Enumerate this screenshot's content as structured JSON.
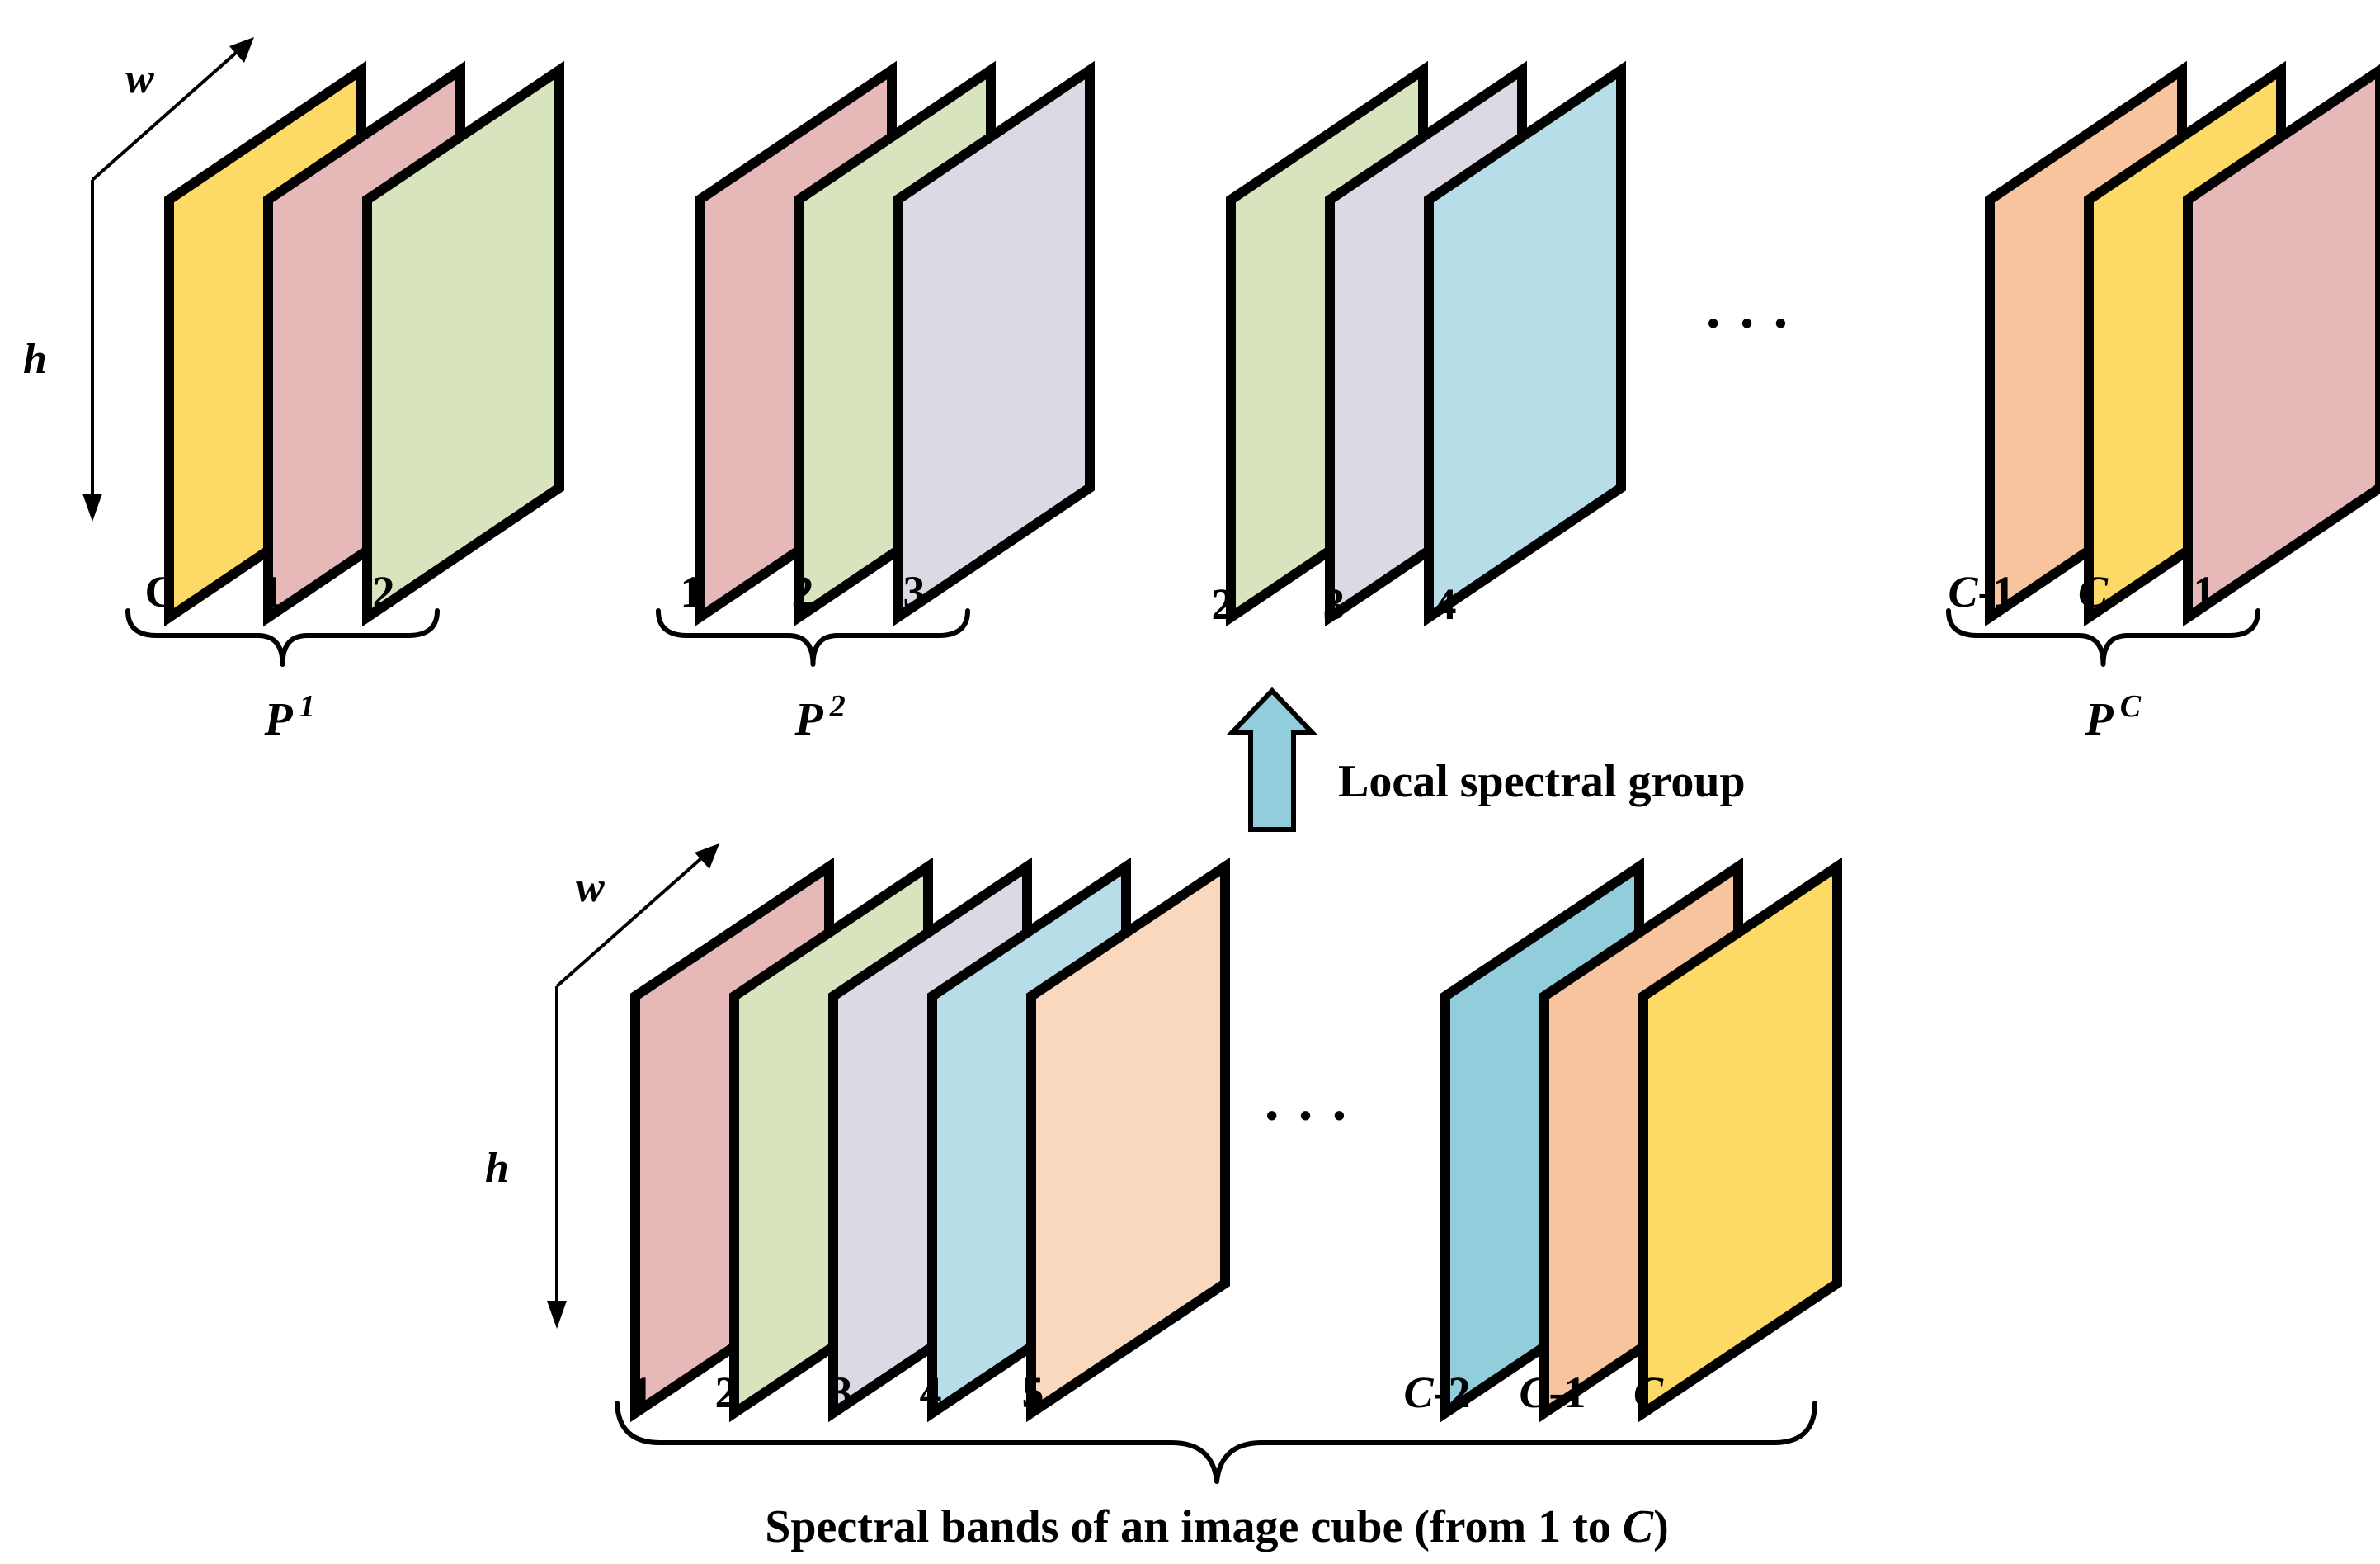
{
  "colors": {
    "yellow": "#FDD966",
    "pink": "#E6B8B7",
    "green": "#D7E4BD",
    "lavender": "#DDD9E4",
    "lightblue": "#B7DDE8",
    "peach": "#FAD8BE",
    "orange": "#F8C49D",
    "teal": "#92CDDC",
    "arrow": "#92CDDC"
  },
  "axes": {
    "w": "w",
    "h": "h"
  },
  "groups": [
    {
      "panels": [
        "yellow",
        "pink",
        "green"
      ],
      "labels": [
        "C",
        "1",
        "2"
      ],
      "italic": [
        false,
        false,
        false
      ],
      "brace": true,
      "p_base": "P",
      "p_sup": "1"
    },
    {
      "panels": [
        "pink",
        "green",
        "lavender"
      ],
      "labels": [
        "1",
        "2",
        "3"
      ],
      "italic": [
        false,
        false,
        false
      ],
      "brace": true,
      "p_base": "P",
      "p_sup": "2"
    },
    {
      "panels": [
        "green",
        "lavender",
        "lightblue"
      ],
      "labels": [
        "2",
        "3",
        "4"
      ],
      "italic": [
        false,
        false,
        false
      ],
      "brace": false,
      "p_base": "",
      "p_sup": ""
    },
    {
      "panels": [
        "orange",
        "yellow",
        "pink"
      ],
      "labels": [
        "C-1",
        "C",
        "1"
      ],
      "italic": [
        true,
        true,
        false
      ],
      "brace": true,
      "p_base": "P",
      "p_sup": "C"
    }
  ],
  "top_ellipsis": "· · ·",
  "arrow_label": "Local spectral group",
  "cube": {
    "panels_left": [
      "pink",
      "green",
      "lavender",
      "lightblue",
      "peach"
    ],
    "labels_left": [
      "1",
      "2",
      "3",
      "4",
      "5"
    ],
    "ellipsis": "· · ·",
    "panels_right": [
      "teal",
      "orange",
      "yellow"
    ],
    "labels_right": [
      "C-2",
      "C-1",
      "C"
    ],
    "caption_text": "Spectral bands of an image cube (from 1 to ",
    "caption_var": "C",
    "caption_end": ")"
  }
}
